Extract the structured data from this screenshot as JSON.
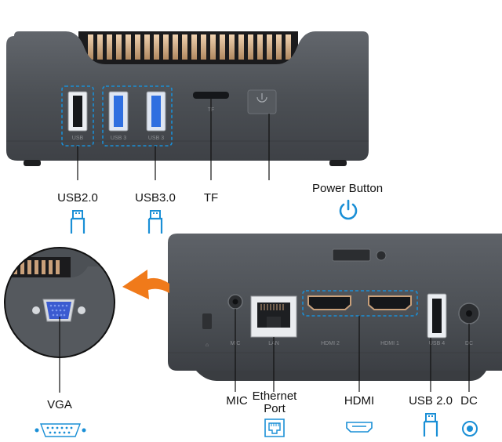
{
  "top_device": {
    "labels": {
      "usb20": "USB2.0",
      "usb30": "USB3.0",
      "tf": "TF",
      "power": "Power Button"
    }
  },
  "bottom_device": {
    "labels": {
      "mic": "MIC",
      "ethernet_line1": "Ethernet",
      "ethernet_line2": "Port",
      "hdmi": "HDMI",
      "usb20": "USB 2.0",
      "dc": "DC"
    }
  },
  "inset": {
    "label": "VGA"
  },
  "colors": {
    "accent_blue": "#1a8fd6",
    "chassis": "#4a4d52",
    "callout_orange": "#f07a1a",
    "vent_copper": "#c9a07a",
    "usb3_blue": "#2f6fe0"
  },
  "icons": [
    "usb-icon",
    "power-icon",
    "vga-icon",
    "ethernet-icon",
    "hdmi-icon",
    "dc-icon"
  ]
}
